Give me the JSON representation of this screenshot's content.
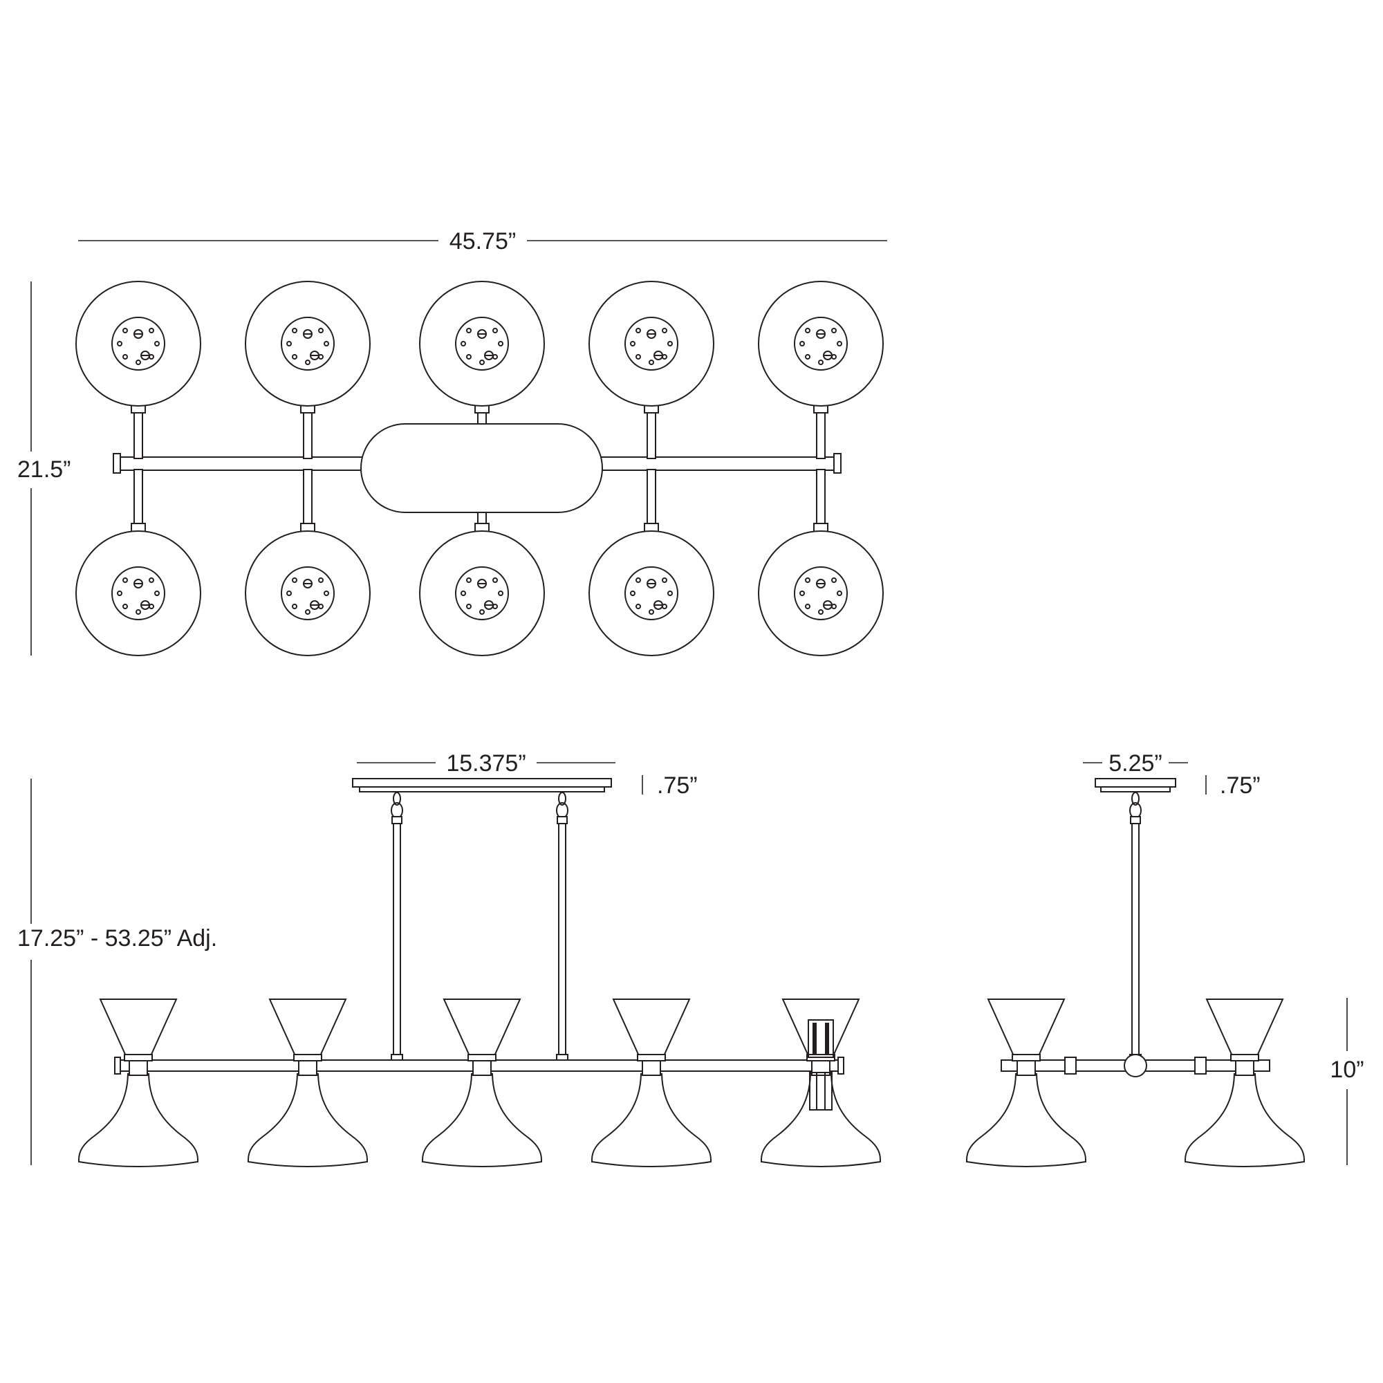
{
  "drawing": {
    "kind": "chandelier-specification-line-drawing",
    "views": {
      "top_view": "ten shade plan view",
      "linear_side_view": "five shade linear chandelier elevation",
      "single_side_view": "two shade pendant elevation"
    }
  },
  "colors": {
    "line": "#231f20",
    "background": "#ffffff"
  },
  "labels": {
    "top_width": "45.75”",
    "top_depth": "21.5”",
    "linear_canopy_width": "15.375”",
    "linear_canopy_thickness": ".75”",
    "adjustable_height": "17.25” - 53.25” Adj.",
    "single_canopy_width": "5.25”",
    "single_canopy_thickness": ".75”",
    "shade_height": "10”"
  }
}
